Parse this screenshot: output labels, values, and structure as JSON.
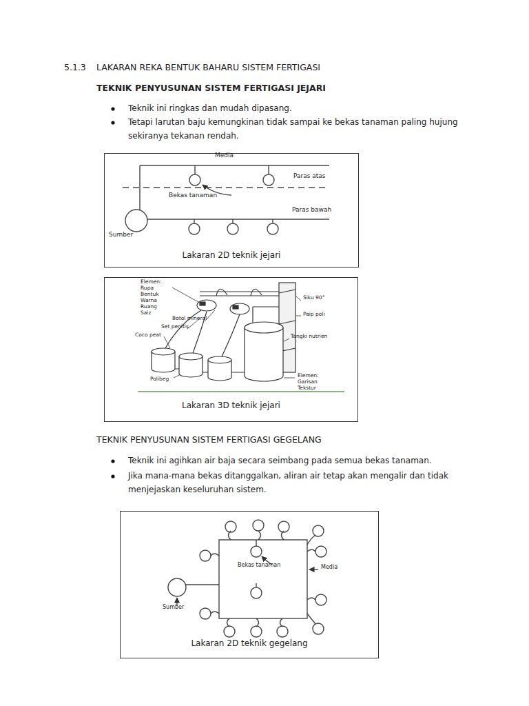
{
  "diagram": {
    "title": "LAKARAN REKA BENTUK BAHARU SISTEM FERTIGASI",
    "nodes": [
      {
        "text": [
          "Lakaran 2D teknik jejari"
        ]
      },
      {
        "text": [
          "Lakaran 3D teknik jejari"
        ]
      },
      {
        "text": [
          "Lakaran 2D teknik gegelang"
        ]
      }
    ],
    "labels": [
      "5.1.3",
      "TEKNIK PENYUSUNAN SISTEM FERTIGASI JEJARI",
      "Teknik ini ringkas dan mudah dipasang.",
      "Tetapi larutan baju kemungkinan tidak sampai ke bekas tanaman paling hujung sekiranya tekanan rendah.",
      "Media",
      "Paras atas",
      "Bekas tanaman",
      "Paras bawah",
      "Sumber",
      "Elemen: Rupa Bentuk Warna Ruang Saiz",
      "Botol mineral",
      "Set penitis",
      "Coco peat",
      "Polibeg",
      "Siku 90°",
      "Paip poli",
      "Tangki nutrien",
      "Elemen: Garisan Tekstur",
      "TEKNIK PENYUSUNAN SISTEM FERTIGASI GEGELANG",
      "Teknik ini agihkan air baja secara seimbang pada semua bekas tanaman.",
      "Jika mana-mana bekas ditanggalkan, aliran air tetap akan mengalir dan tidak menjejaskan keseluruhan sistem.",
      "Bekas tanaman",
      "Media",
      "Sumber"
    ]
  }
}
